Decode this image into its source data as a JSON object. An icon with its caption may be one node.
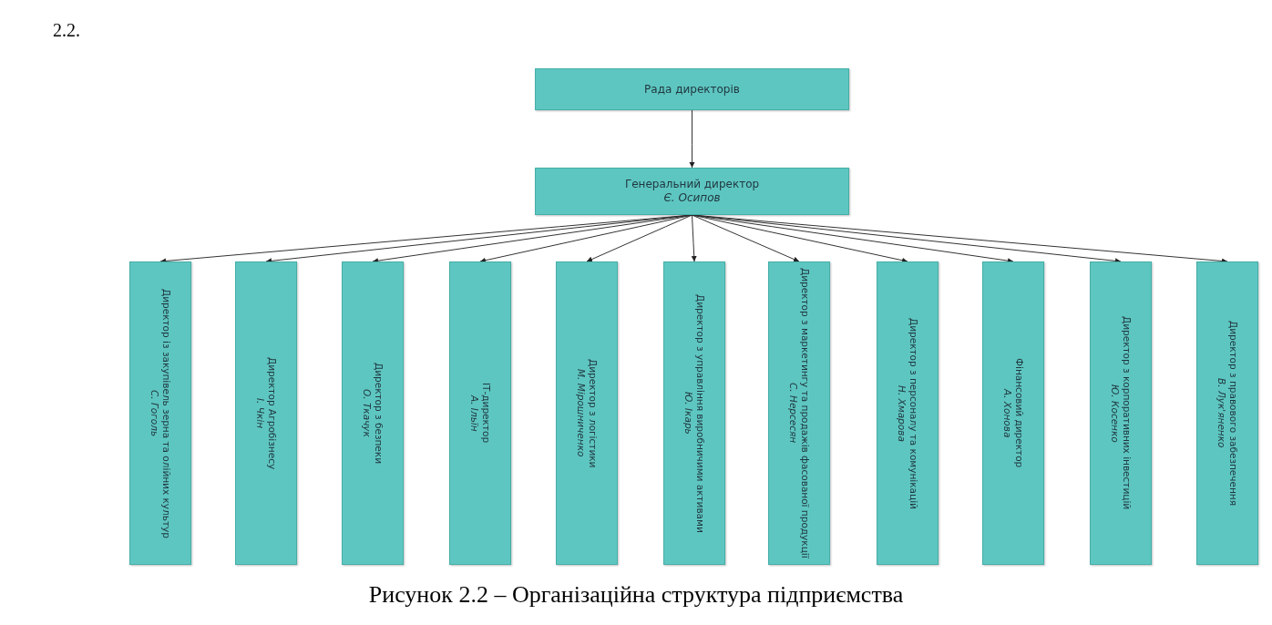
{
  "diagram": {
    "caption": "Рисунок 2.2 – Організаційна структура підприємства",
    "nodes": [
      {
        "text": [
          "Рада директорів"
        ]
      },
      {
        "text": [
          "Генеральний директор",
          "Є. Осипов"
        ]
      },
      {
        "text": [
          "Директор із закупівель зерна та олійних культур",
          "С. Гоголь"
        ]
      },
      {
        "text": [
          "Директор Агробізнесу",
          "І. Чкін"
        ]
      },
      {
        "text": [
          "Директор з безпеки",
          "О. Ткачук"
        ]
      },
      {
        "text": [
          "ІТ-директор",
          "А. Ільїн"
        ]
      },
      {
        "text": [
          "Директор з логістики",
          "М. Мірошниченко"
        ]
      },
      {
        "text": [
          "Директор з управління виробничими активами",
          "Ю. Ікарь"
        ]
      },
      {
        "text": [
          "Директор з маркетингу та продажів фасованої продукції",
          "С. Нерсесян"
        ]
      },
      {
        "text": [
          "Директор з персоналу та комунікацій",
          "Н. Хмарова"
        ]
      },
      {
        "text": [
          "Фінансовий директор",
          "А. Хонова"
        ]
      },
      {
        "text": [
          "Директор з корпоративних інвестицій",
          "Ю. Косенко"
        ]
      },
      {
        "text": [
          "Директор з правового забезпечення",
          "В. Лук'яненко"
        ]
      }
    ],
    "edges": [
      {
        "from": 0,
        "to": 1,
        "arrow": "to"
      },
      {
        "from": 1,
        "to": 2,
        "arrow": "to"
      },
      {
        "from": 1,
        "to": 3,
        "arrow": "to"
      },
      {
        "from": 1,
        "to": 4,
        "arrow": "to"
      },
      {
        "from": 1,
        "to": 5,
        "arrow": "to"
      },
      {
        "from": 1,
        "to": 6,
        "arrow": "to"
      },
      {
        "from": 1,
        "to": 7,
        "arrow": "to"
      },
      {
        "from": 1,
        "to": 8,
        "arrow": "to"
      },
      {
        "from": 1,
        "to": 9,
        "arrow": "to"
      },
      {
        "from": 1,
        "to": 10,
        "arrow": "to"
      },
      {
        "from": 1,
        "to": 11,
        "arrow": "to"
      },
      {
        "from": 1,
        "to": 12,
        "arrow": "to"
      }
    ],
    "labels": [
      "2.2."
    ]
  }
}
